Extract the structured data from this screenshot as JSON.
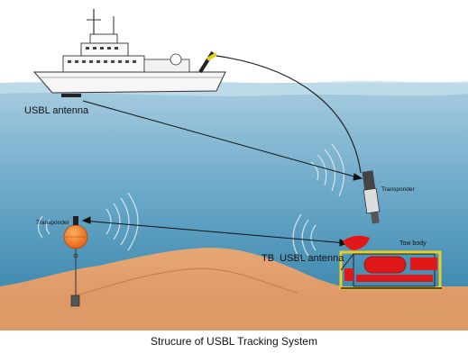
{
  "labels": {
    "usbl_antenna": "USBL antenna",
    "transponder_tow": "Transponder",
    "transponder_buoy": "Transponder",
    "tb_usbl_antenna": "TB  USBL antenna",
    "tow_body": "Tow body"
  },
  "caption": "Strucure of USBL Tracking System",
  "colors": {
    "sky": "#ffffff",
    "water_top": "#9fc6da",
    "water_bottom": "#2f7fa6",
    "seabed": "#e0a070",
    "mound": "#d9925a",
    "ship_hull": "#f4f4f4",
    "float_orange": "#f07a18",
    "tow_red": "#e01818",
    "frame_yellow": "#e8d020"
  }
}
